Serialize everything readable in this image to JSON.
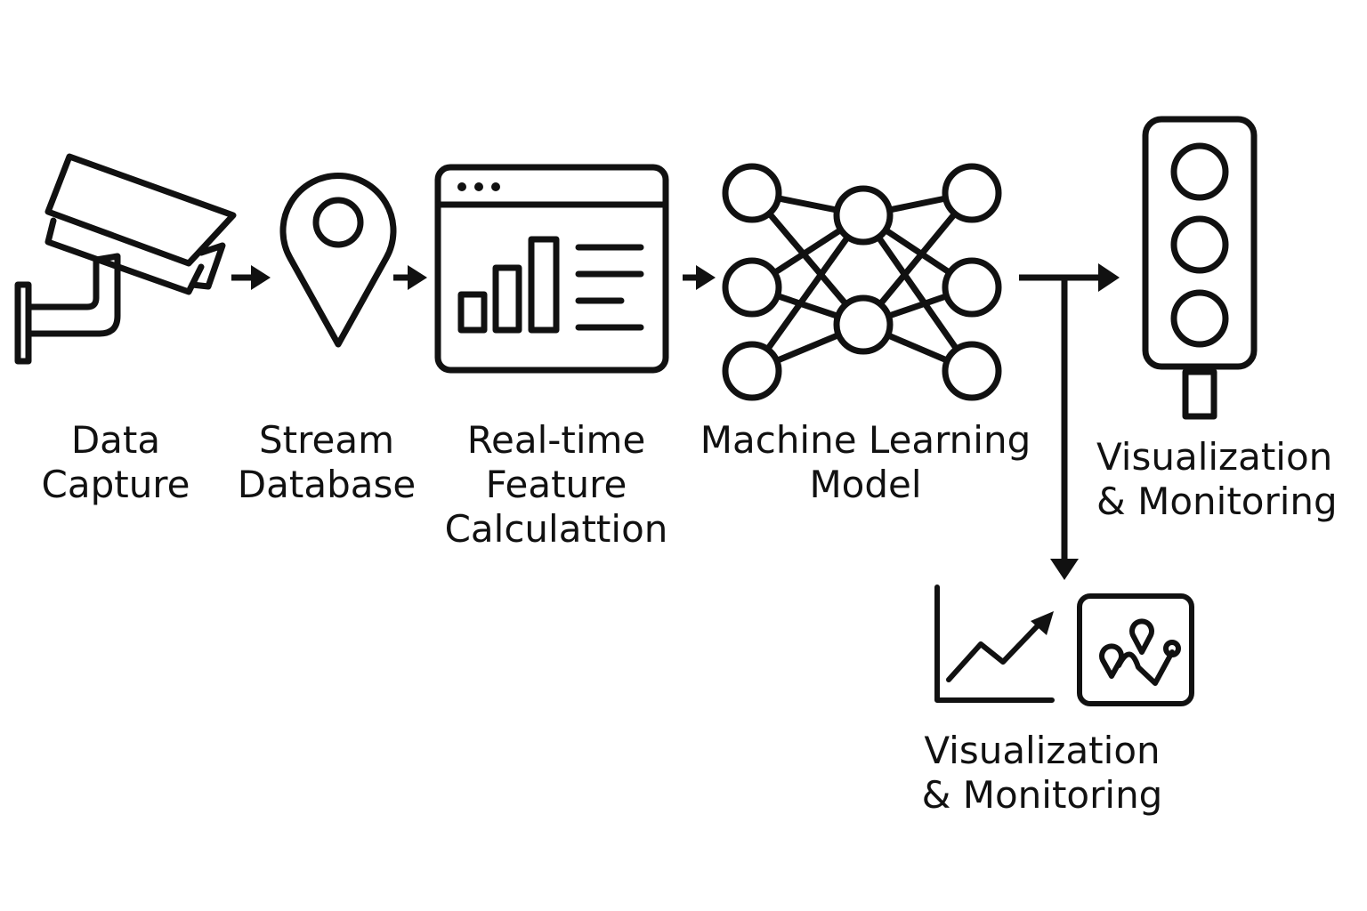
{
  "stages": {
    "data_capture": {
      "line1": "Data",
      "line2": "Capture",
      "icon": "security-camera-icon"
    },
    "stream_database": {
      "line1": "Stream",
      "line2": "Database",
      "icon": "map-pin-icon"
    },
    "feature_calculation": {
      "line1": "Real-time",
      "line2": "Feature",
      "line3": "Calculattion",
      "icon": "dashboard-window-icon"
    },
    "ml_model": {
      "line1": "Machine Learning",
      "line2": "Model",
      "icon": "neural-network-icon"
    },
    "visualization_top": {
      "line1": "Visualization",
      "line2": "& Monitoring",
      "icon": "traffic-light-icon"
    },
    "visualization_bottom": {
      "line1": "Visualization",
      "line2": "& Monitoring",
      "icons": [
        "trend-chart-icon",
        "route-map-icon"
      ]
    }
  },
  "colors": {
    "stroke": "#111111",
    "background": "#ffffff"
  }
}
